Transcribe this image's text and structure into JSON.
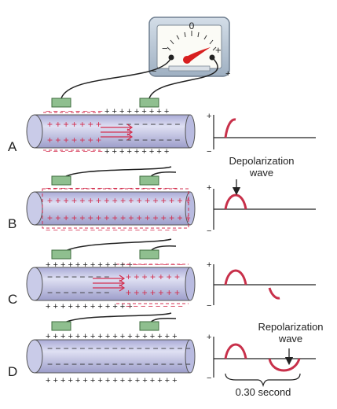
{
  "meter": {
    "zero_label": "0",
    "minus_label": "−",
    "plus_label": "+"
  },
  "rows": [
    {
      "label": "A",
      "outer_top": "+ + + + + + + + +",
      "outer_bottom": "+ + + + + + + + +"
    },
    {
      "label": "B"
    },
    {
      "label": "C",
      "outer_top": "+ + + + + + + + + + + +",
      "outer_bottom": "+ + + + + + + + + + + +"
    },
    {
      "label": "D",
      "outer_top": "+ + + + + + + + + + + + + + + + + +",
      "outer_bottom": "+ + + + + + + + + + + + + + + + + +"
    }
  ],
  "axis": {
    "plus": "+",
    "minus": "−"
  },
  "annotations": {
    "depolarization": [
      "Depolarization",
      "wave"
    ],
    "repolarization": [
      "Repolarization",
      "wave"
    ],
    "duration": "0.30 second"
  },
  "colors": {
    "fiber": "#c9cbe8",
    "fiber_dark": "#9a9cc7",
    "electrode": "#8fbf8f",
    "charge_red": "#d32f4f",
    "wave": "#c8304a",
    "meter_body": "#b9c6d4",
    "needle": "#d81f1f"
  }
}
